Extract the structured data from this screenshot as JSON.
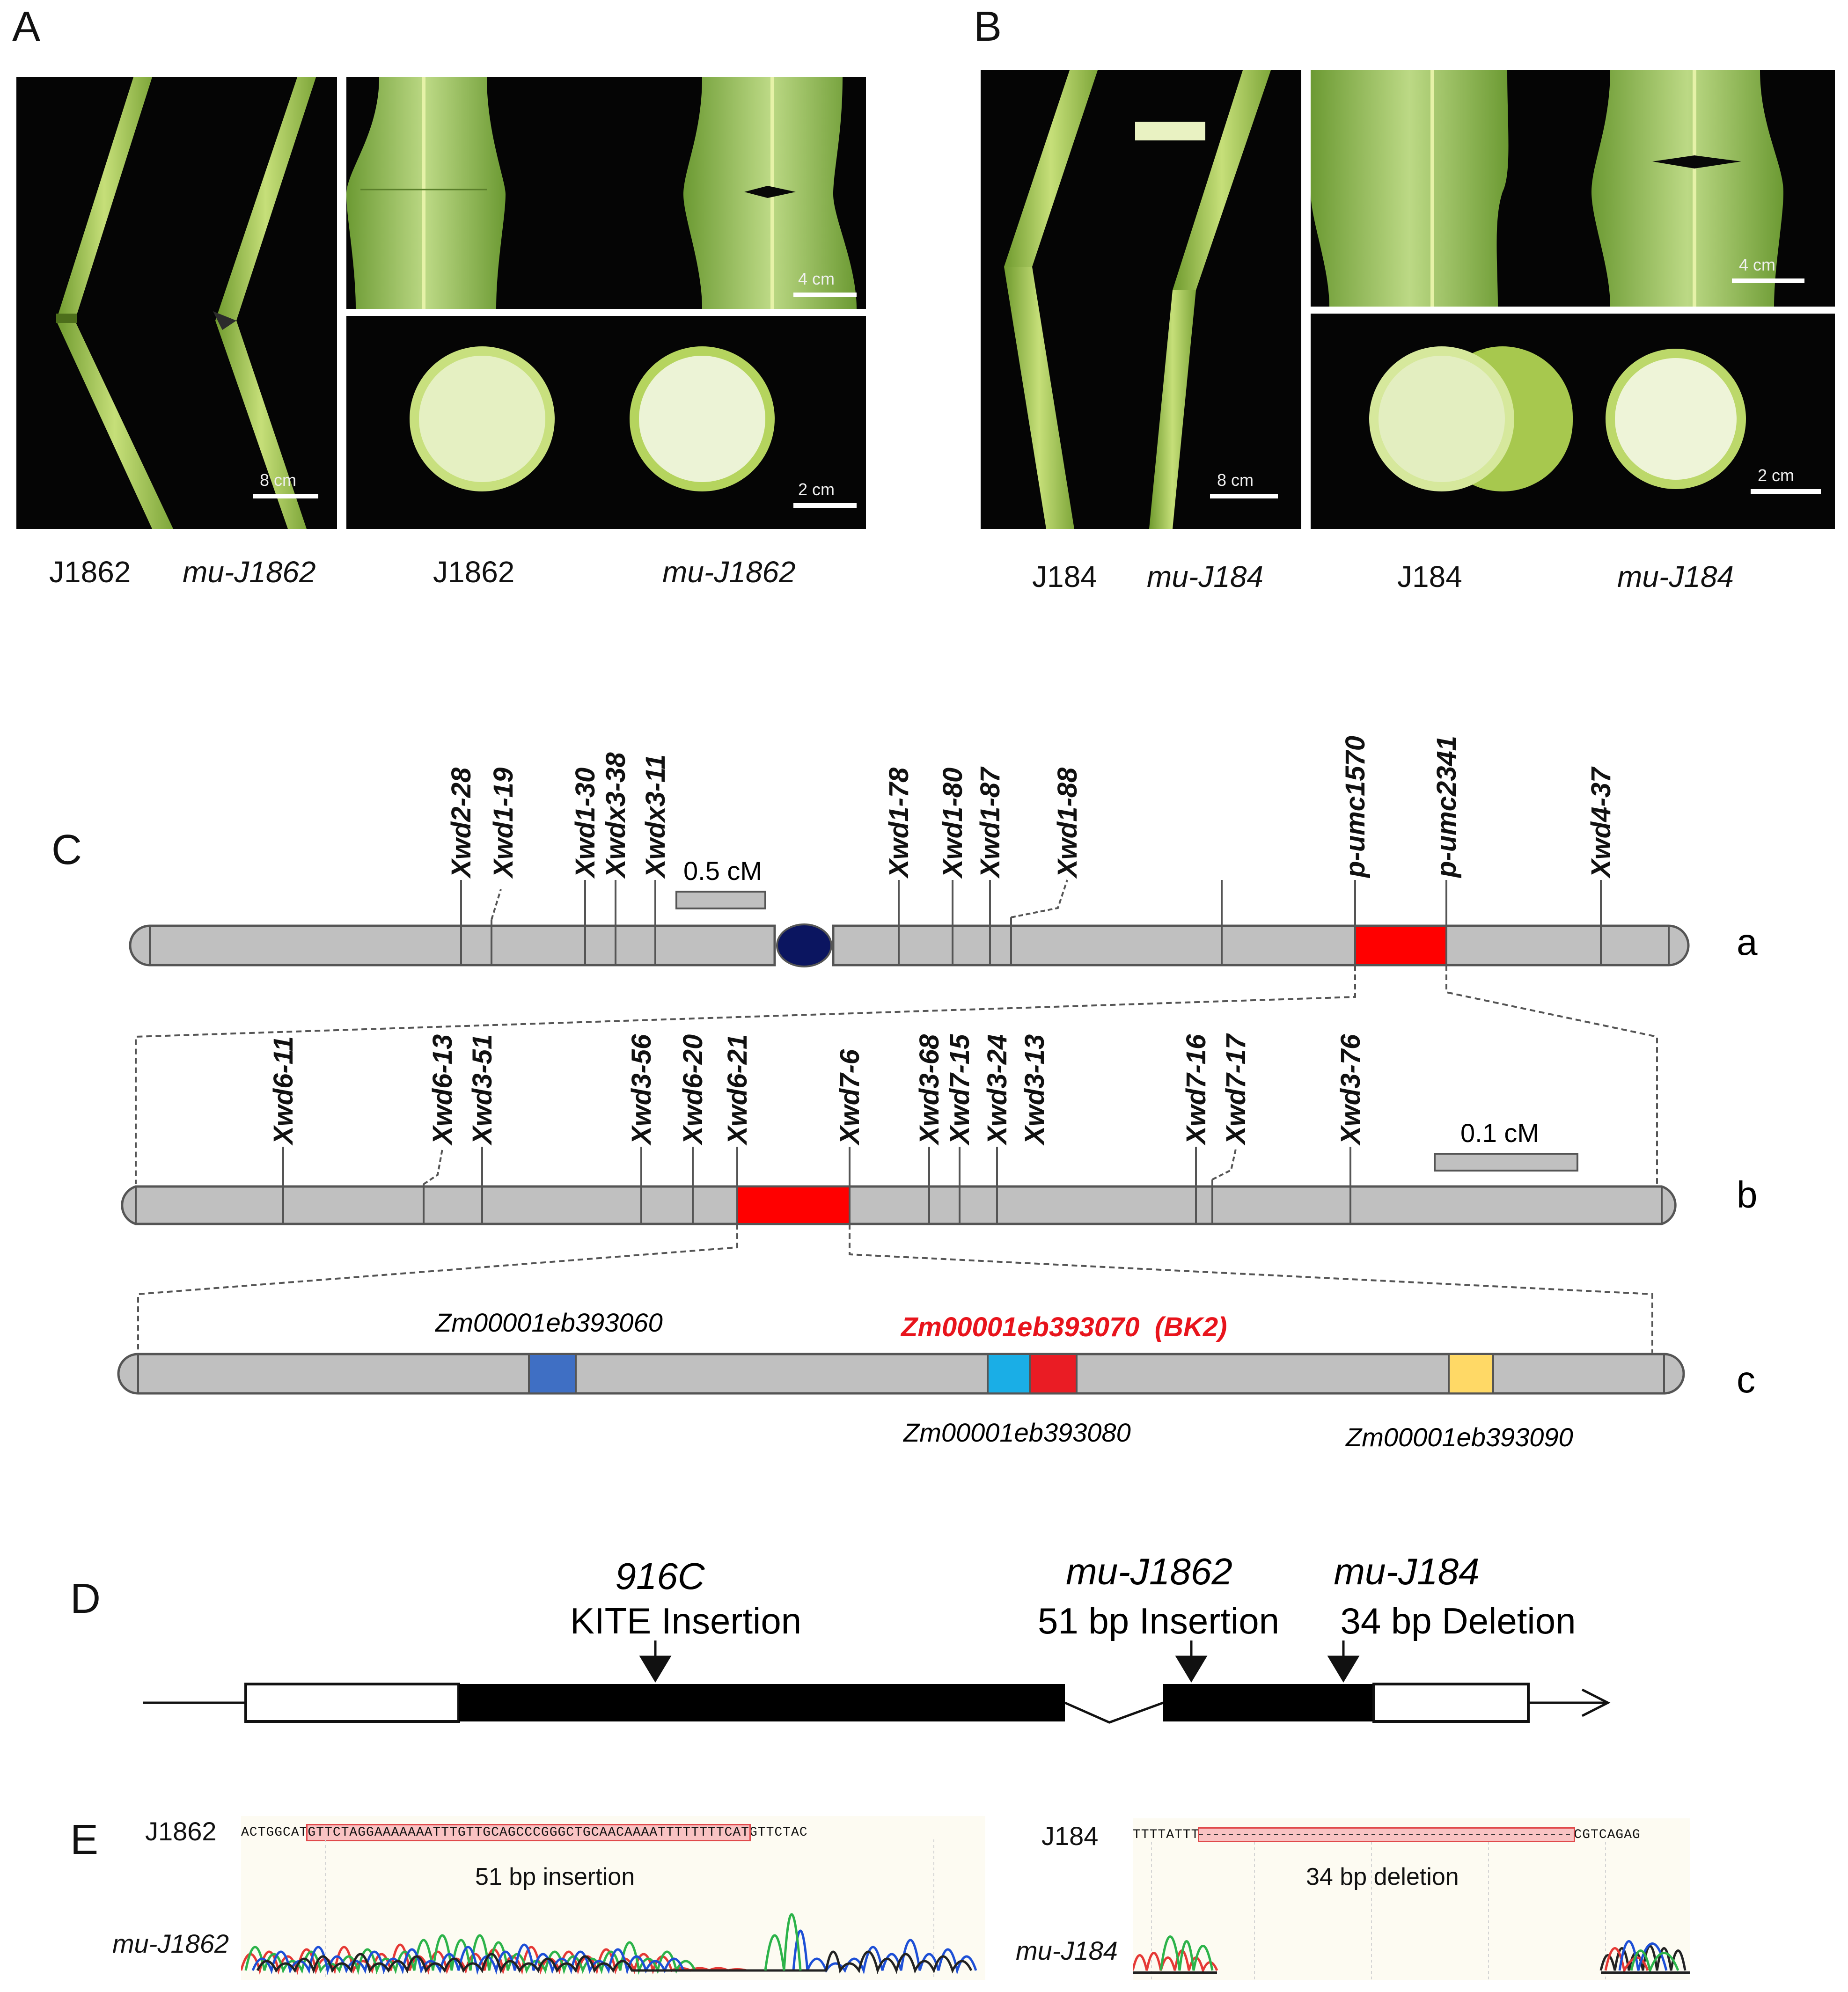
{
  "panels": {
    "A": "A",
    "B": "B",
    "C": "C",
    "D": "D",
    "E": "E"
  },
  "panel_a": {
    "stem_labels": [
      "J1862",
      "mu-J1862"
    ],
    "leaf_labels": [
      "J1862",
      "mu-J1862"
    ],
    "scale_stem": "8 cm",
    "scale_leaf": "4 cm",
    "scale_section": "2 cm"
  },
  "panel_b": {
    "stem_labels": [
      "J184",
      "mu-J184"
    ],
    "leaf_labels": [
      "J184",
      "mu-J184"
    ],
    "scale_stem": "8 cm",
    "scale_leaf": "4 cm",
    "scale_section": "2 cm"
  },
  "panel_c": {
    "row_a": {
      "label": "a",
      "scale": "0.5 cM",
      "markers": [
        "Xwd2-28",
        "Xwd1-19",
        "Xwd1-30",
        "Xwdx3-38",
        "Xwdx3-11",
        "Xwd1-78",
        "Xwd1-80",
        "Xwd1-87",
        "Xwd1-88",
        "p-umc1570",
        "p-umc2341",
        "Xwd4-37"
      ]
    },
    "row_b": {
      "label": "b",
      "scale": "0.1 cM",
      "markers": [
        "Xwd6-11",
        "Xwd6-13",
        "Xwd3-51",
        "Xwd3-56",
        "Xwd6-20",
        "Xwd6-21",
        "Xwd7-6",
        "Xwd3-68",
        "Xwd7-15",
        "Xwd3-24",
        "Xwd3-13",
        "Xwd7-16",
        "Xwd7-17",
        "Xwd3-76"
      ]
    },
    "row_c": {
      "label": "c",
      "genes": {
        "g1": "Zm00001eb393060",
        "g2": "Zm00001eb393070  (BK2)",
        "g3": "Zm00001eb393080",
        "g4": "Zm00001eb393090"
      }
    },
    "colors": {
      "chromosome": "#c0c0c0",
      "interval": "#ff0000",
      "centromere": "#0b1560",
      "gene_blue": "#3f6fc4",
      "gene_cyan": "#1aaee6",
      "gene_red": "#ea1c24",
      "gene_yellow": "#ffd966"
    }
  },
  "panel_d": {
    "ins1_name": "916C",
    "ins1_desc": "KITE Insertion",
    "ins2_name": "mu-J1862",
    "ins2_desc": "51 bp Insertion",
    "del_name": "mu-J184",
    "del_desc": "34 bp Deletion"
  },
  "panel_e": {
    "left_wt": "J1862",
    "left_mut": "mu-J1862",
    "left_seq_pre": "ACTGGCAT",
    "left_seq_ins": "GTTCTAGGAAAAAAATTTGTTGCAGCCCGGGCTGCAACAAAATTTTTTTTCAT",
    "left_seq_post": "GTTCTAC",
    "left_note": "51 bp insertion",
    "right_wt": "J184",
    "right_mut": "mu-J184",
    "right_seq_pre": "TTTTATTT",
    "right_seq_post": "CGTCAGAG",
    "right_note": "34 bp deletion"
  }
}
